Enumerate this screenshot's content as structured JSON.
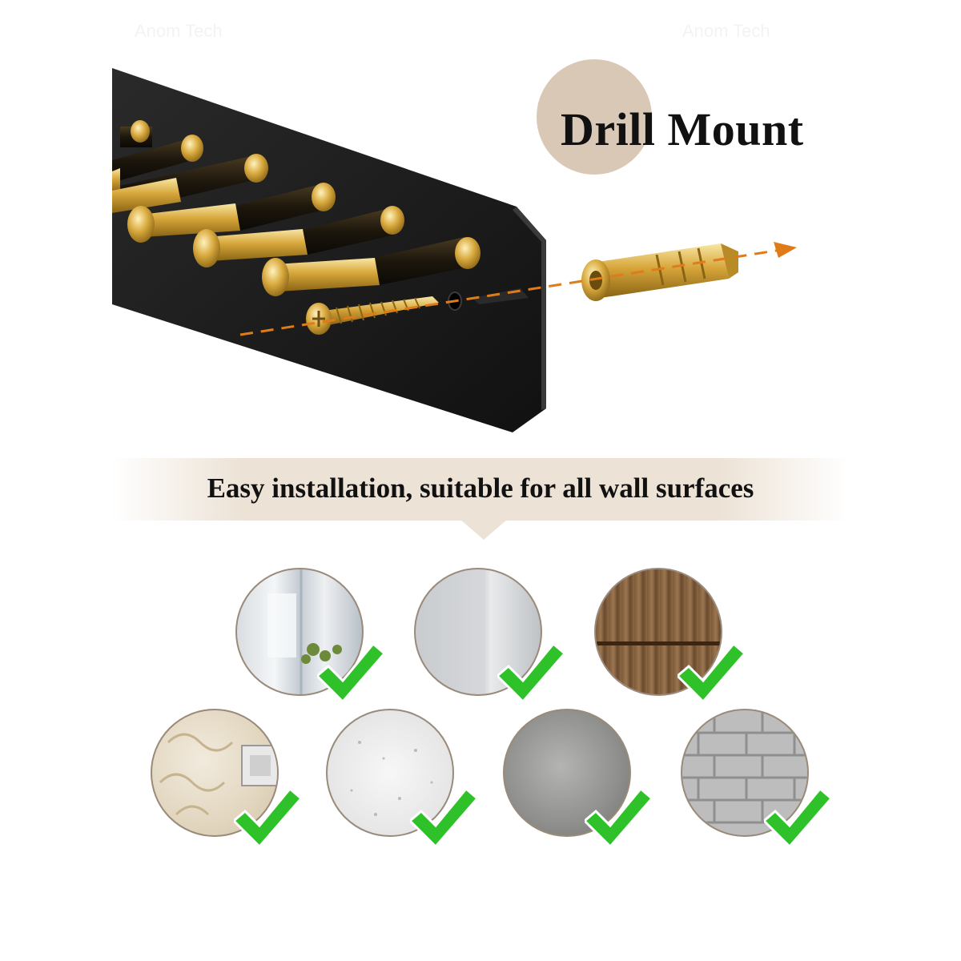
{
  "watermark": {
    "left": "Anom Tech",
    "right": "Anom Tech"
  },
  "badge": {
    "title": "Drill Mount"
  },
  "banner": {
    "text": "Easy installation, suitable for all wall surfaces"
  },
  "surfaces": [
    {
      "name": "glass-cabinet",
      "checked": true
    },
    {
      "name": "painted-wall",
      "checked": true
    },
    {
      "name": "wood-panel",
      "checked": true
    },
    {
      "name": "wallpaper",
      "checked": true
    },
    {
      "name": "white-plaster",
      "checked": true
    },
    {
      "name": "concrete",
      "checked": true
    },
    {
      "name": "brick",
      "checked": true
    }
  ],
  "colors": {
    "accent": "#d9c8b6",
    "check": "#2fc12a",
    "rack": "#141414",
    "brass": "#d6a83c",
    "arrow": "#e07b1a"
  }
}
